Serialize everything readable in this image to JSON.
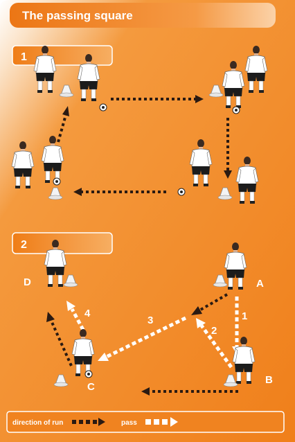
{
  "title": "The passing square",
  "panels": [
    {
      "number": "1"
    },
    {
      "number": "2"
    }
  ],
  "points": {
    "a": "A",
    "b": "B",
    "c": "C",
    "d": "D"
  },
  "steps": [
    "1",
    "2",
    "3",
    "4"
  ],
  "legend": {
    "run_label": "direction of run",
    "pass_label": "pass"
  },
  "colors": {
    "background": "#f08a25",
    "header": "#ee7e1a",
    "box": "#f28a22",
    "arrow_run": "#2a1a12",
    "arrow_pass": "#ffffff",
    "cone": "#f2f2f2"
  }
}
